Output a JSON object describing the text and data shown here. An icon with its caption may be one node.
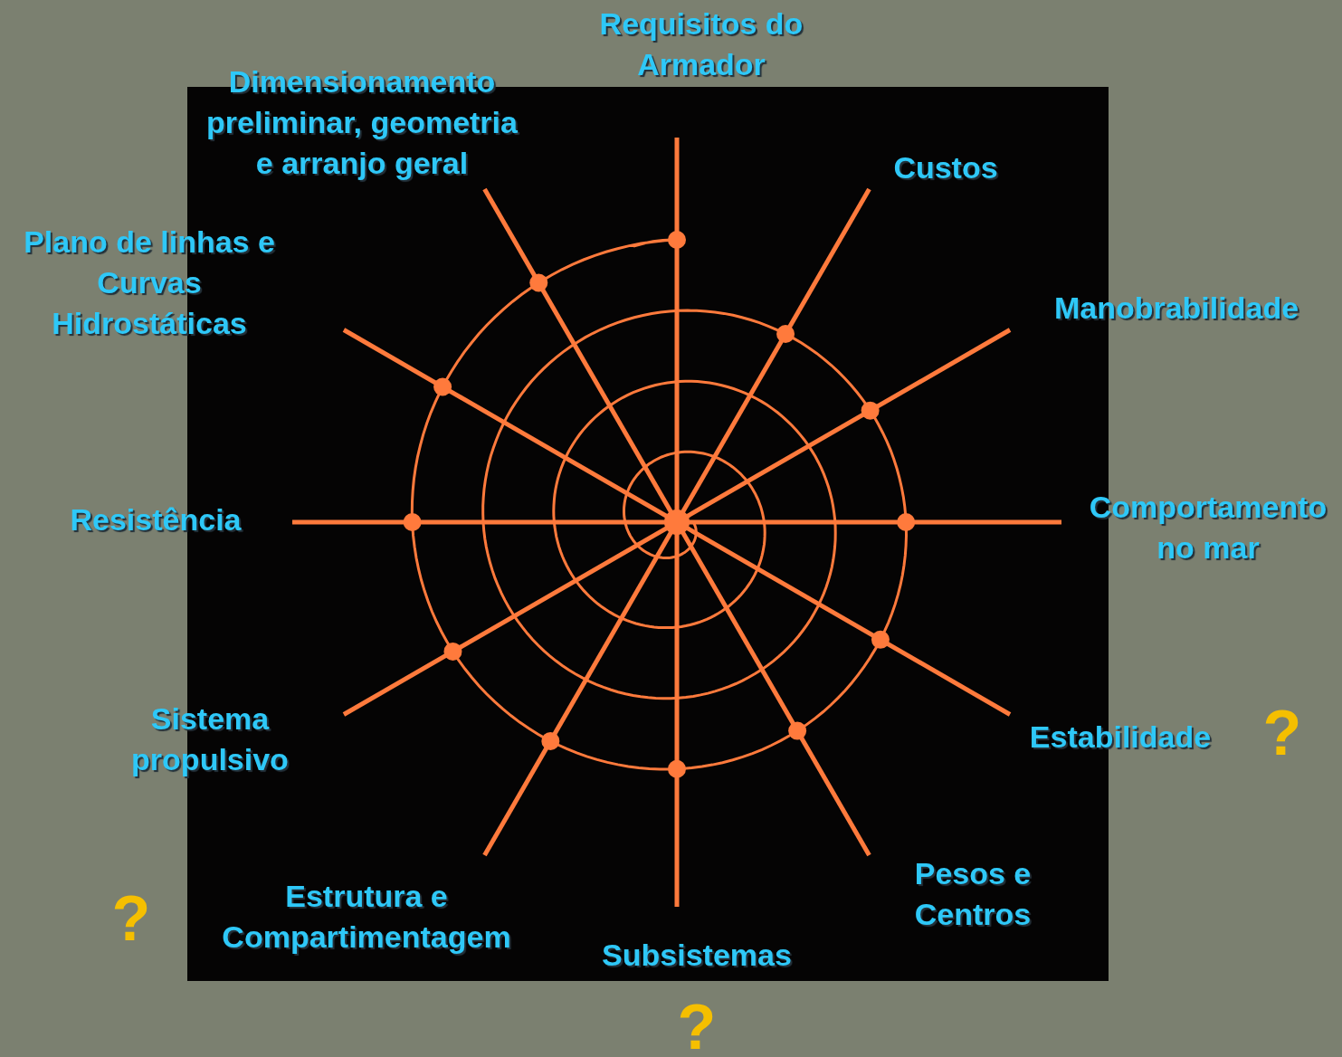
{
  "diagram": {
    "labels": [
      "Requisitos do Armador",
      "Dimensionamento preliminar, geometria e arranjo geral",
      "Custos",
      "Plano de linhas e Curvas Hidrostáticas",
      "Manobrabilidade",
      "Resistência",
      "Comportamento no mar",
      "Estabilidade",
      "?",
      "Sistema propulsivo",
      "Pesos e Centros",
      "?",
      "Estrutura e Compartimentagem",
      "Subsistemas",
      "?"
    ]
  }
}
